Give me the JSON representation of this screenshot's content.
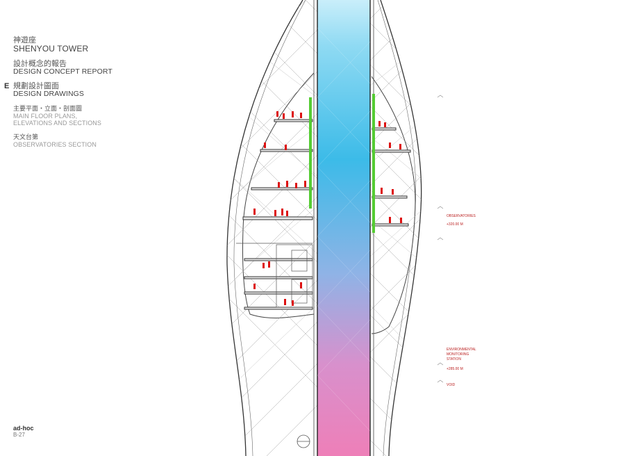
{
  "sidebar": {
    "title_zh": "神遊座",
    "title_en": "SHENYOU TOWER",
    "report_zh": "設計概念的報告",
    "report_en": "DESIGN CONCEPT REPORT",
    "section_letter": "E",
    "drawings_zh": "規劃設計圖面",
    "drawings_en": "DESIGN DRAWINGS",
    "plans_zh": "主要平面・立面・剖面圖",
    "plans_en": "MAIN FLOOR PLANS, ELEVATIONS AND SECTIONS",
    "obs_zh": "天文台第",
    "obs_en": "OBSERVATORIES SECTION"
  },
  "footer": {
    "brand": "ad-hoc",
    "page": "B-27"
  },
  "levels": {
    "observatories": "OBSERVATORIES",
    "observatories_elev": "+320.00 m",
    "env_line1": "ENVIRONMENTAL",
    "env_line2": "MONITORING",
    "env_line3": "STATION",
    "env_elev": "+285.00 m",
    "void": "VOID"
  },
  "colors": {
    "core_top": "#56c8ec",
    "core_bottom": "#ee7fb8",
    "people": "#dd1111",
    "plants": "#55cc33",
    "annotation": "#bb2222"
  }
}
